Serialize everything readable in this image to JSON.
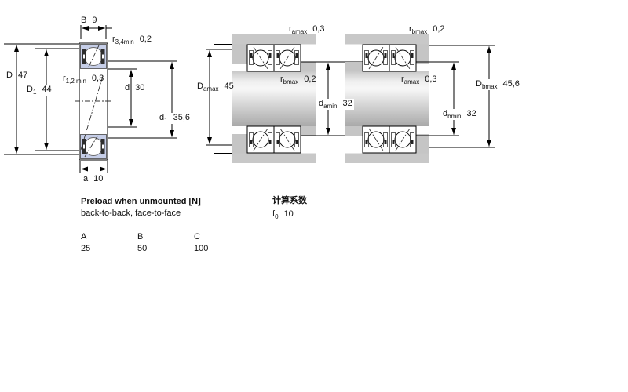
{
  "left_diagram": {
    "labels": {
      "B": {
        "base": "B",
        "value": "9"
      },
      "r34": {
        "base": "r",
        "sub": "3,4min",
        "value": "0,2"
      },
      "D": {
        "base": "D",
        "value": "47"
      },
      "D1": {
        "base": "D",
        "sub": "1",
        "value": "44"
      },
      "r12": {
        "base": "r",
        "sub": "1,2 min",
        "value": "0,3"
      },
      "d": {
        "base": "d",
        "value": "30"
      },
      "d1": {
        "base": "d",
        "sub": "1",
        "value": "35,6"
      },
      "a": {
        "base": "a",
        "value": "10"
      }
    }
  },
  "middle_diagram": {
    "labels": {
      "ramax": {
        "base": "r",
        "sub": "amax",
        "value": "0,3"
      },
      "rbmax": {
        "base": "r",
        "sub": "bmax",
        "value": "0,2"
      },
      "Damax": {
        "base": "D",
        "sub": "amax",
        "value": "45"
      },
      "damin": {
        "base": "d",
        "sub": "amin",
        "value": "32"
      }
    }
  },
  "right_diagram": {
    "labels": {
      "rbmax": {
        "base": "r",
        "sub": "bmax",
        "value": "0,2"
      },
      "ramax": {
        "base": "r",
        "sub": "amax",
        "value": "0,3"
      },
      "Dbmax": {
        "base": "D",
        "sub": "bmax",
        "value": "45,6"
      },
      "dbmin": {
        "base": "d",
        "sub": "bmin",
        "value": "32"
      }
    }
  },
  "text_block": {
    "preload_title": "Preload when unmounted [N]",
    "preload_sub": "back-to-back, face-to-face",
    "calc_title": "计算系数",
    "f0": {
      "base": "f",
      "sub": "0",
      "value": "10"
    },
    "table": {
      "headers": [
        "A",
        "B",
        "C"
      ],
      "values": [
        "25",
        "50",
        "100"
      ]
    }
  },
  "colors": {
    "bearing_blue": "#c6cee8",
    "steel_gray": "#c8c8c8",
    "line": "#000000"
  }
}
